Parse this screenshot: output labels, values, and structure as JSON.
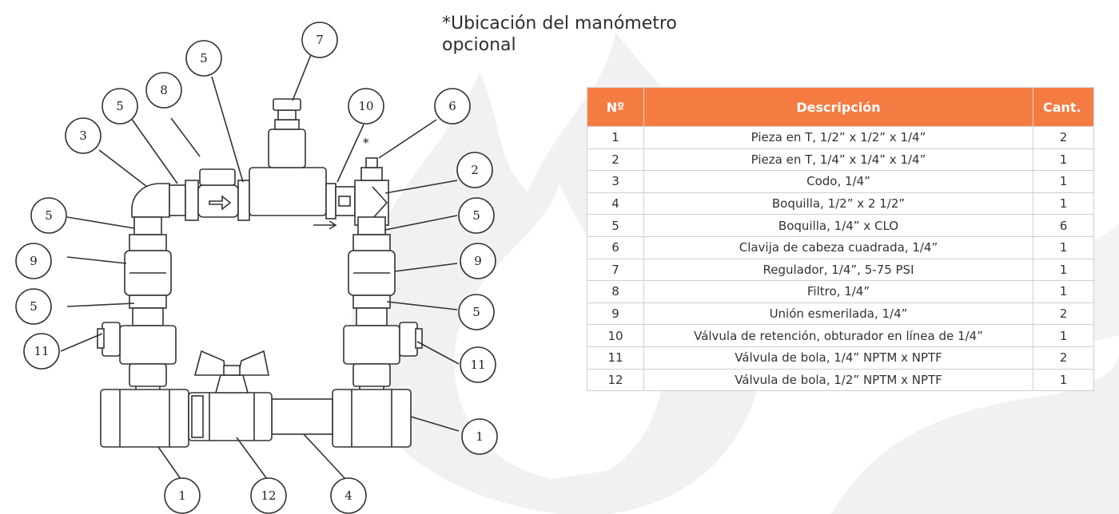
{
  "note": "*Ubicación del manómetro opcional",
  "asterisk": "*",
  "table": {
    "headers": {
      "no": "Nº",
      "desc": "Descripción",
      "qty": "Cant."
    },
    "rows": [
      {
        "no": "1",
        "desc": "Pieza en T, 1/2” x 1/2” x 1/4”",
        "qty": "2"
      },
      {
        "no": "2",
        "desc": "Pieza en T, 1/4” x 1/4” x 1/4”",
        "qty": "1"
      },
      {
        "no": "3",
        "desc": "Codo, 1/4”",
        "qty": "1"
      },
      {
        "no": "4",
        "desc": "Boquilla, 1/2” x 2 1/2”",
        "qty": "1"
      },
      {
        "no": "5",
        "desc": "Boquilla, 1/4” x CLO",
        "qty": "6"
      },
      {
        "no": "6",
        "desc": "Clavija de cabeza cuadrada, 1/4”",
        "qty": "1"
      },
      {
        "no": "7",
        "desc": "Regulador, 1/4”, 5-75 PSI",
        "qty": "1"
      },
      {
        "no": "8",
        "desc": "Filtro, 1/4”",
        "qty": "1"
      },
      {
        "no": "9",
        "desc": "Unión esmerilada, 1/4”",
        "qty": "2"
      },
      {
        "no": "10",
        "desc": "Válvula de retención, obturador en línea de 1/4”",
        "qty": "1"
      },
      {
        "no": "11",
        "desc": "Válvula de bola, 1/4” NPTM x NPTF",
        "qty": "2"
      },
      {
        "no": "12",
        "desc": "Válvula de bola, 1/2” NPTM x NPTF",
        "qty": "1"
      }
    ]
  },
  "callouts": [
    "7",
    "5",
    "8",
    "5",
    "10",
    "6",
    "3",
    "2",
    "5",
    "5",
    "9",
    "9",
    "5",
    "5",
    "11",
    "11",
    "1",
    "1",
    "12",
    "4"
  ]
}
